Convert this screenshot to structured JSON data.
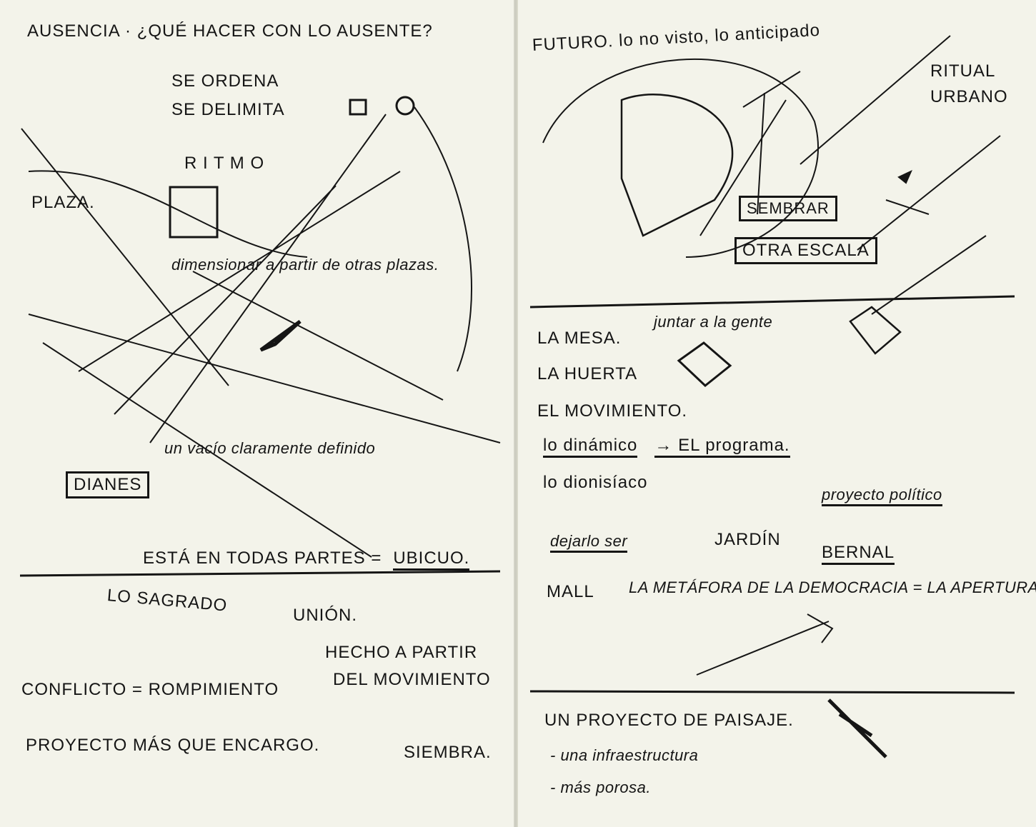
{
  "left_page": {
    "heading": "AUSENCIA · ¿QUÉ HACER CON LO AUSENTE?",
    "line_ordena": "SE ORDENA",
    "line_delimita": "SE DELIMITA",
    "ritmo": "R I T M O",
    "plaza": "PLAZA.",
    "dimensionar": "dimensionar a partir de otras plazas.",
    "vacio": "un vacío claramente definido",
    "dianes": "DIANES",
    "ubicuo_prefix": "ESTÁ EN TODAS PARTES =",
    "ubicuo": "UBICUO.",
    "sagrado": "LO SAGRADO",
    "union": "UNIÓN.",
    "hecho_1": "HECHO A PARTIR",
    "hecho_2": "DEL MOVIMIENTO",
    "conflicto": "CONFLICTO = ROMPIMIENTO",
    "proyecto": "PROYECTO MÁS QUE ENCARGO.",
    "siembra": "SIEMBRA."
  },
  "right_page": {
    "futuro": "FUTURO. lo no visto, lo anticipado",
    "ritual_1": "RITUAL",
    "ritual_2": "URBANO",
    "sembrar": "SEMBRAR",
    "otra_escala": "OTRA ESCALA",
    "mesa": "LA MESA.",
    "juntar": "juntar a la gente",
    "huerta": "LA HUERTA",
    "movimiento": "EL MOVIMIENTO.",
    "dinamico": "lo dinámico",
    "programa": "→ EL programa.",
    "dionisiaco": "lo dionisíaco",
    "politico": "proyecto político",
    "dejarlo": "dejarlo ser",
    "jardin": "JARDÍN",
    "bernal": "BERNAL",
    "mall": "MALL",
    "metafora": "LA METÁFORA DE LA DEMOCRACIA = LA APERTURA.",
    "paisaje": "UN PROYECTO DE PAISAJE.",
    "infra": "- una infraestructura",
    "porosa": "- más porosa."
  },
  "colors": {
    "paper": "#f3f3ea",
    "ink": "#151515"
  }
}
